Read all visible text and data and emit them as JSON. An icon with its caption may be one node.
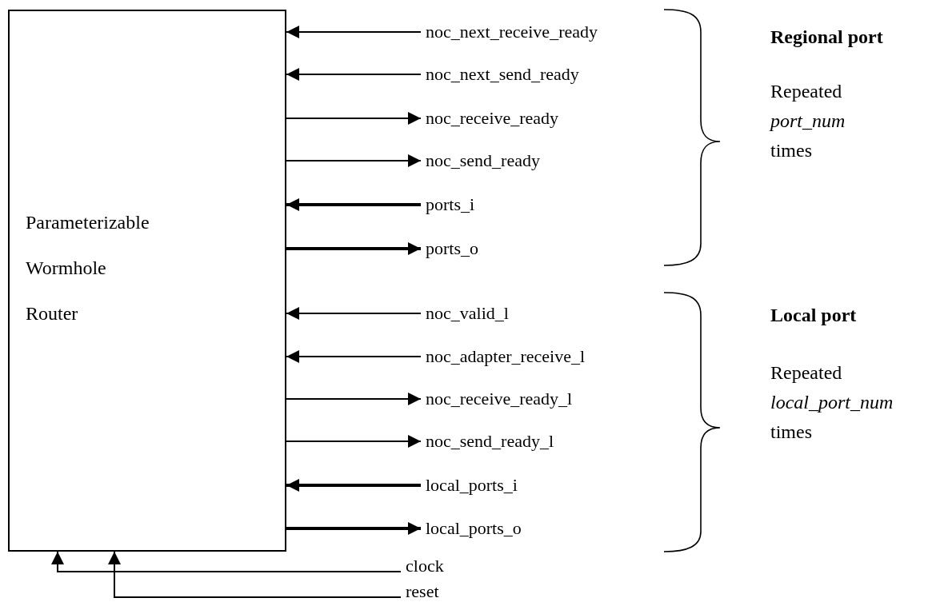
{
  "diagram": {
    "nodes": [
      {
        "text": [
          "Parameterizable Wormhole Router"
        ]
      },
      {
        "text": [
          "noc_next_receive_ready"
        ]
      },
      {
        "text": [
          "noc_next_send_ready"
        ]
      },
      {
        "text": [
          "noc_receive_ready"
        ]
      },
      {
        "text": [
          "noc_send_ready"
        ]
      },
      {
        "text": [
          "ports_i"
        ]
      },
      {
        "text": [
          "ports_o"
        ]
      },
      {
        "text": [
          "noc_valid_l"
        ]
      },
      {
        "text": [
          "noc_adapter_receive_l"
        ]
      },
      {
        "text": [
          "noc_receive_ready_l"
        ]
      },
      {
        "text": [
          "noc_send_ready_l"
        ]
      },
      {
        "text": [
          "local_ports_i"
        ]
      },
      {
        "text": [
          "local_ports_o"
        ]
      },
      {
        "text": [
          "clock"
        ]
      },
      {
        "text": [
          "reset"
        ]
      }
    ],
    "edges": [
      {
        "from": 1,
        "to": 0,
        "arrow": "to"
      },
      {
        "from": 2,
        "to": 0,
        "arrow": "to"
      },
      {
        "from": 0,
        "to": 3,
        "arrow": "to"
      },
      {
        "from": 0,
        "to": 4,
        "arrow": "to"
      },
      {
        "from": 5,
        "to": 0,
        "arrow": "to",
        "style": "thick"
      },
      {
        "from": 0,
        "to": 6,
        "arrow": "to",
        "style": "thick"
      },
      {
        "from": 7,
        "to": 0,
        "arrow": "to"
      },
      {
        "from": 8,
        "to": 0,
        "arrow": "to"
      },
      {
        "from": 0,
        "to": 9,
        "arrow": "to"
      },
      {
        "from": 0,
        "to": 10,
        "arrow": "to"
      },
      {
        "from": 11,
        "to": 0,
        "arrow": "to",
        "style": "thick"
      },
      {
        "from": 0,
        "to": 12,
        "arrow": "to",
        "style": "thick"
      },
      {
        "from": 13,
        "to": 0,
        "arrow": "to"
      },
      {
        "from": 14,
        "to": 0,
        "arrow": "to"
      }
    ],
    "labels": [
      "Regional port",
      "Repeated *port_num* times",
      "Local port",
      "Repeated *local_port_num* times"
    ]
  }
}
